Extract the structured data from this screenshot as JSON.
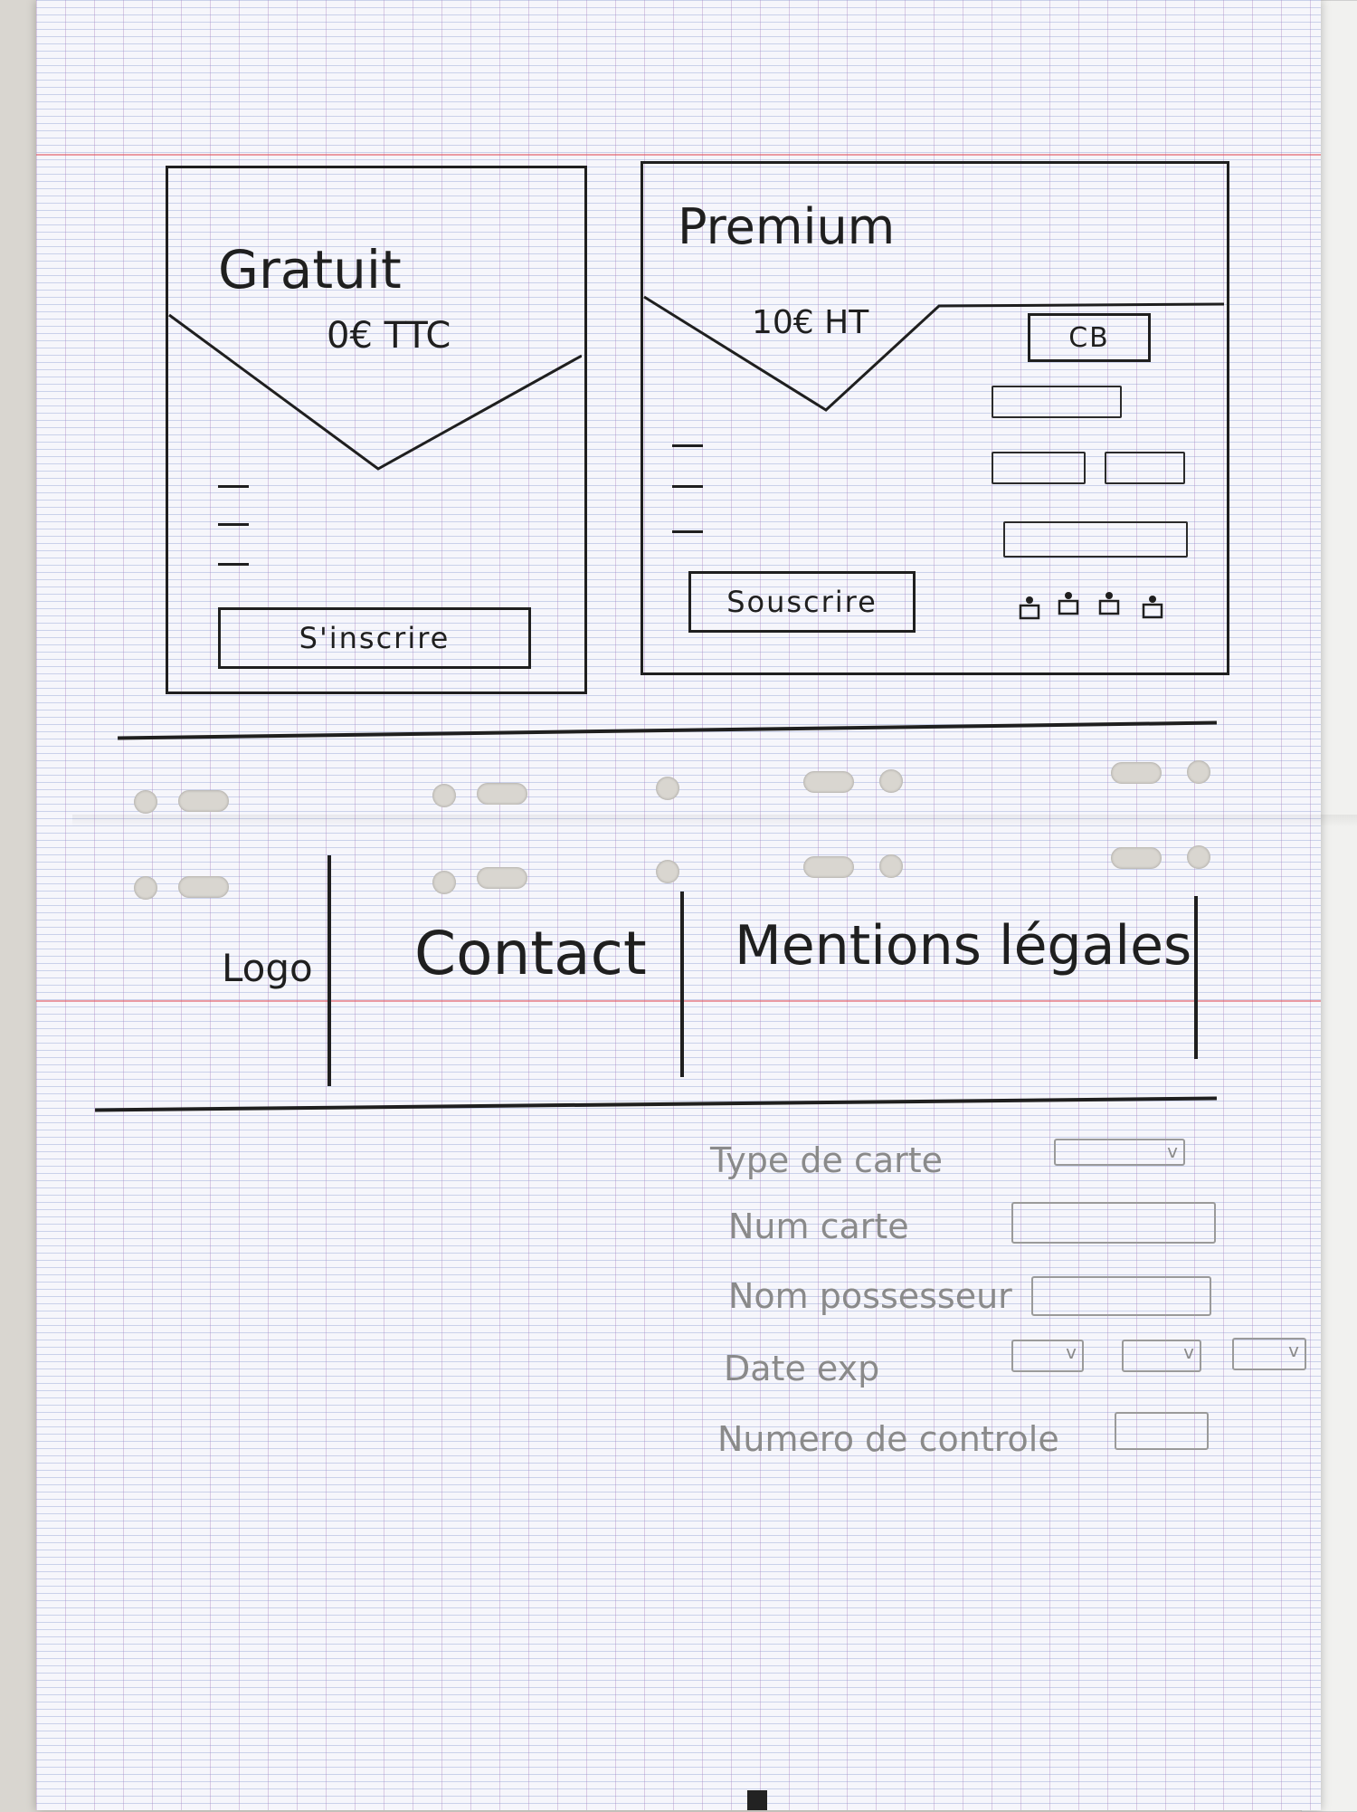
{
  "plans": {
    "free": {
      "title": "Gratuit",
      "price": "0€ TTC",
      "cta": "S'inscrire"
    },
    "premium": {
      "title": "Premium",
      "price": "10€ HT",
      "cta": "Souscrire",
      "payment_badge": "CB"
    }
  },
  "footer": {
    "logo": "Logo",
    "contact": "Contact",
    "legal": "Mentions légales"
  },
  "payment_form": {
    "card_type_label": "Type de carte",
    "card_number_label": "Num carte",
    "holder_label": "Nom possesseur",
    "expiry_label": "Date exp",
    "cvv_label": "Numero de controle",
    "select_glyph": "v"
  },
  "colors": {
    "ink": "#1f1f1f",
    "pencil": "#8a8a8a",
    "margin_line": "#e1505a"
  }
}
